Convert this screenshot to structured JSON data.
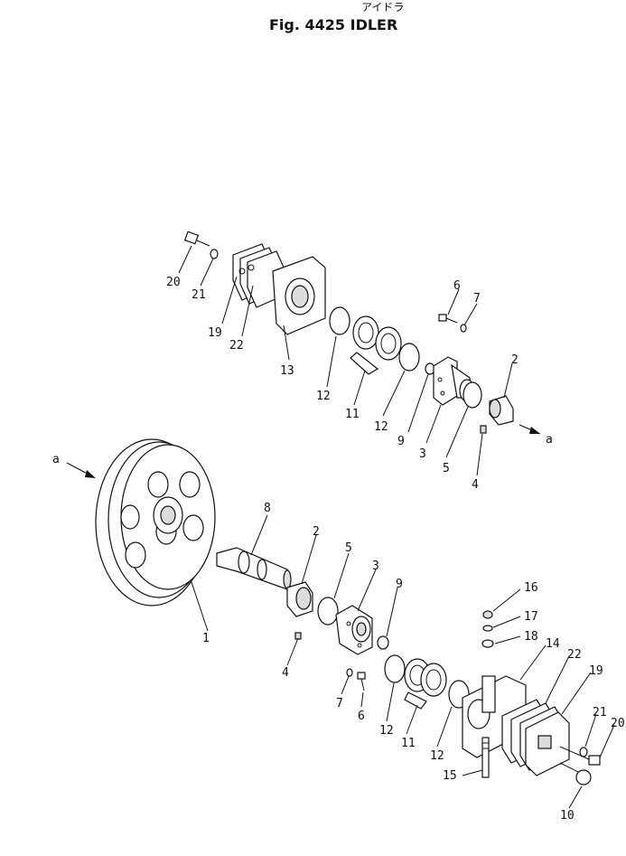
{
  "figure": {
    "japanese_title": "アイドラ",
    "title": "Fig. 4425 IDLER"
  },
  "view_marker": "a",
  "callouts": [
    {
      "id": "c20a",
      "label": "20"
    },
    {
      "id": "c21a",
      "label": "21"
    },
    {
      "id": "c19a",
      "label": "19"
    },
    {
      "id": "c22a",
      "label": "22"
    },
    {
      "id": "c13",
      "label": "13"
    },
    {
      "id": "c12a",
      "label": "12"
    },
    {
      "id": "c11a",
      "label": "11"
    },
    {
      "id": "c12b",
      "label": "12"
    },
    {
      "id": "c6a",
      "label": "6"
    },
    {
      "id": "c7a",
      "label": "7"
    },
    {
      "id": "c2a",
      "label": "2"
    },
    {
      "id": "c9a",
      "label": "9"
    },
    {
      "id": "c3a",
      "label": "3"
    },
    {
      "id": "c5a",
      "label": "5"
    },
    {
      "id": "c4a",
      "label": "4"
    },
    {
      "id": "c8",
      "label": "8"
    },
    {
      "id": "c1",
      "label": "1"
    },
    {
      "id": "c2b",
      "label": "2"
    },
    {
      "id": "c5b",
      "label": "5"
    },
    {
      "id": "c3b",
      "label": "3"
    },
    {
      "id": "c9b",
      "label": "9"
    },
    {
      "id": "c4b",
      "label": "4"
    },
    {
      "id": "c7b",
      "label": "7"
    },
    {
      "id": "c6b",
      "label": "6"
    },
    {
      "id": "c12c",
      "label": "12"
    },
    {
      "id": "c11b",
      "label": "11"
    },
    {
      "id": "c12d",
      "label": "12"
    },
    {
      "id": "c16",
      "label": "16"
    },
    {
      "id": "c17",
      "label": "17"
    },
    {
      "id": "c18",
      "label": "18"
    },
    {
      "id": "c14",
      "label": "14"
    },
    {
      "id": "c22b",
      "label": "22"
    },
    {
      "id": "c19b",
      "label": "19"
    },
    {
      "id": "c21b",
      "label": "21"
    },
    {
      "id": "c20b",
      "label": "20"
    },
    {
      "id": "c15",
      "label": "15"
    },
    {
      "id": "c10",
      "label": "10"
    }
  ]
}
